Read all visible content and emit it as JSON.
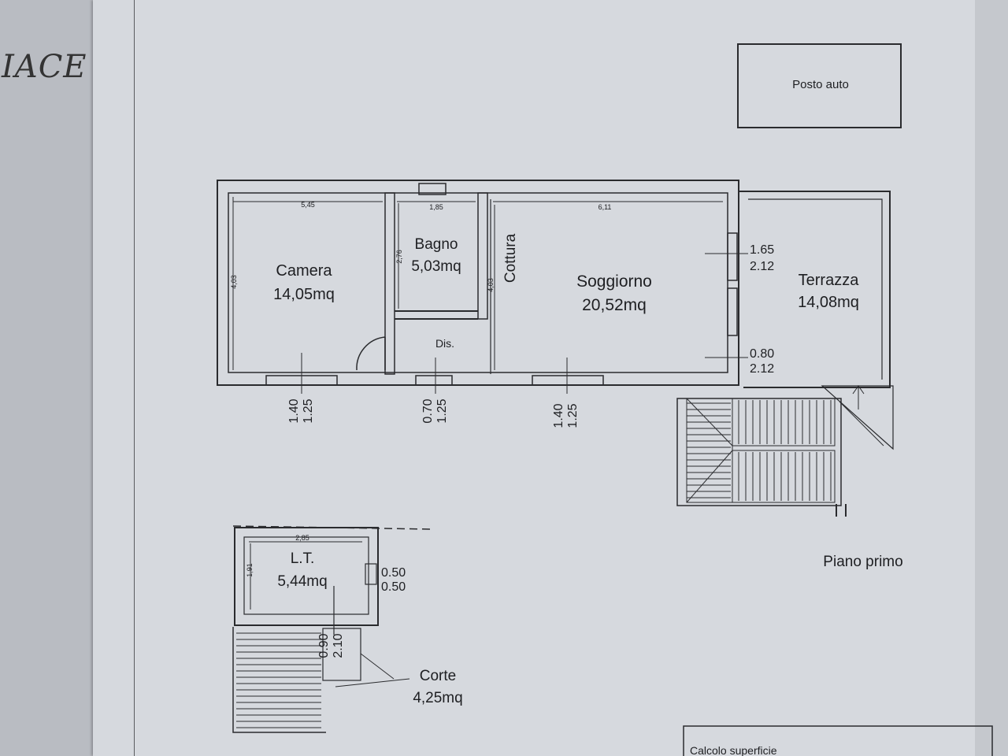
{
  "handwriting": "IACE",
  "parking": {
    "label": "Posto auto"
  },
  "rooms": {
    "camera": {
      "name": "Camera",
      "area": "14,05mq"
    },
    "bagno": {
      "name": "Bagno",
      "area": "5,03mq"
    },
    "cottura": {
      "name": "Cottura"
    },
    "soggiorno": {
      "name": "Soggiorno",
      "area": "20,52mq"
    },
    "terrazza": {
      "name": "Terrazza",
      "area": "14,08mq"
    },
    "dis": {
      "name": "Dis."
    },
    "lt": {
      "name": "L.T.",
      "area": "5,44mq"
    },
    "corte": {
      "name": "Corte",
      "area": "4,25mq"
    }
  },
  "dims": {
    "camera_w": "5,45",
    "bagno_w": "1,85",
    "soggiorno_w": "6,11",
    "camera_h": "4,03",
    "bagno_h": "2,76",
    "soggiorno_h": "4,03",
    "lt_w": "2,85",
    "lt_h": "1,91",
    "w1_a": "1.65",
    "w1_b": "2.12",
    "w2_a": "0.80",
    "w2_b": "2.12",
    "b1_a": "1.40",
    "b1_b": "1.25",
    "b2_a": "0.70",
    "b2_b": "1.25",
    "b3_a": "1.40",
    "b3_b": "1.25",
    "lt_win_a": "0.50",
    "lt_win_b": "0.50",
    "lt_door_a": "0.90",
    "lt_door_b": "2.10"
  },
  "floor_label": "Piano primo",
  "footer_text": "Calcolo superficie"
}
